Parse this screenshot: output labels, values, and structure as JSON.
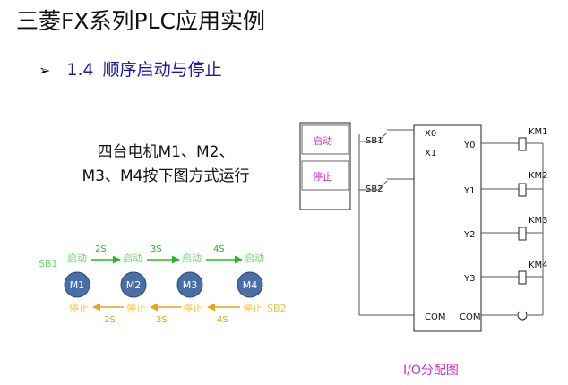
{
  "title": "三菱FX系列PLC应用实例",
  "subtitle": {
    "bullet": "➢",
    "number": "1.4",
    "text": "顺序启动与停止"
  },
  "description": {
    "line1": "四台电机M1、M2、",
    "line2": "M3、M4按下图方式运行"
  },
  "sequence": {
    "start_switch": "SB1",
    "stop_switch": "SB2",
    "motors": [
      "M1",
      "M2",
      "M3",
      "M4"
    ],
    "start_label": "启动",
    "stop_label": "停止",
    "start_delays": [
      "2S",
      "3S",
      "4S"
    ],
    "stop_delays": [
      "2S",
      "3S",
      "4S"
    ],
    "colors": {
      "motor_fill": "#4a6fa8",
      "start": "#66dd66",
      "stop": "#f5c242",
      "arrow_start": "#22bb22",
      "arrow_stop": "#e8a317"
    }
  },
  "io_diagram": {
    "button_start": "启动",
    "button_stop": "停止",
    "switch_start": "SB1",
    "switch_stop": "SB2",
    "inputs": [
      "X0",
      "X1"
    ],
    "input_com": "COM",
    "outputs": [
      "Y0",
      "Y1",
      "Y2",
      "Y3"
    ],
    "output_com": "COM",
    "contactors": [
      "KM1",
      "KM2",
      "KM3",
      "KM4"
    ],
    "caption": "I/O分配图",
    "colors": {
      "button_text": "#cc33cc",
      "caption": "#cc33cc"
    }
  }
}
